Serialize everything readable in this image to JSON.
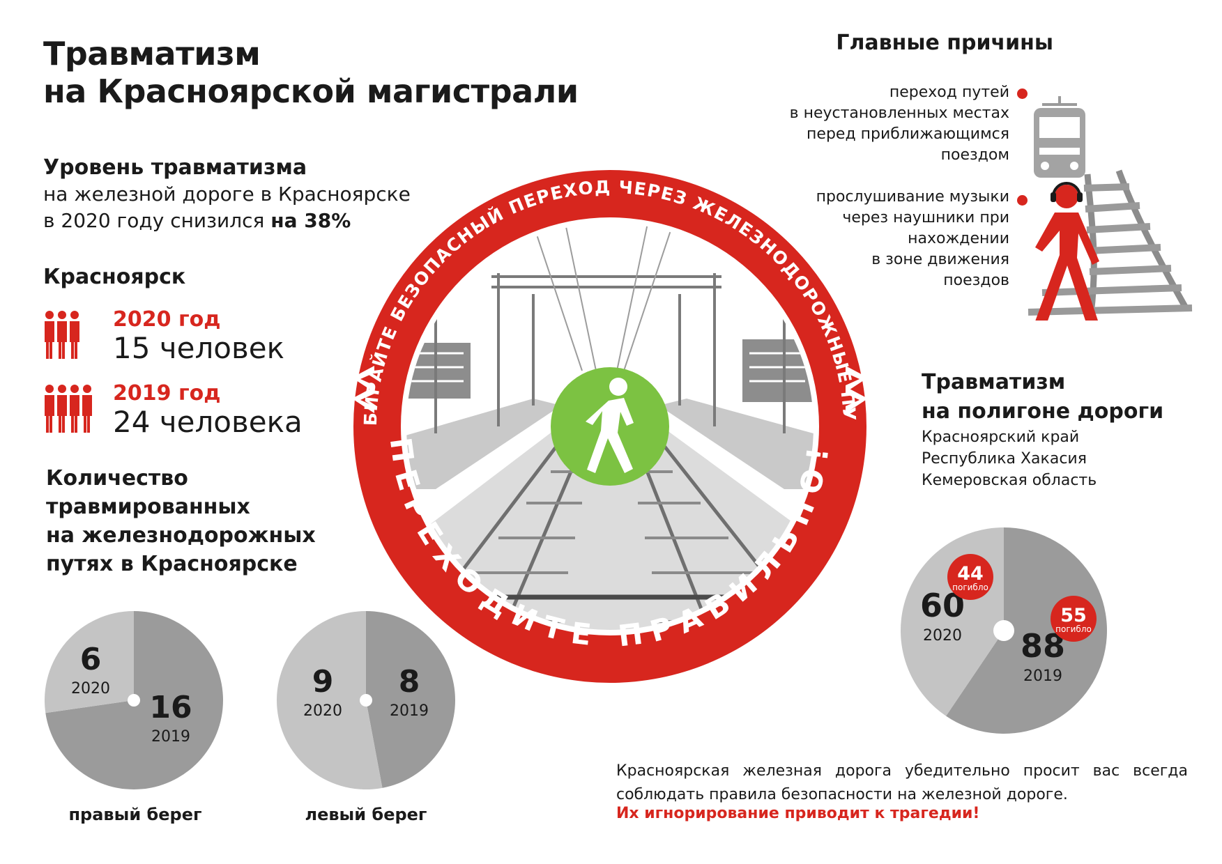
{
  "title_line1": "Травматизм",
  "title_line2": "на Красноярской магистрали",
  "level": {
    "line1": "Уровень травматизма",
    "line2": "на железной дороге в Красноярске",
    "line3_prefix": "в 2020 году снизился",
    "line3_value": "на 38%"
  },
  "city": "Красноярск",
  "years": [
    {
      "year": "2020 год",
      "count": "15 человек",
      "icon_count": 3
    },
    {
      "year": "2019 год",
      "count": "24 человека",
      "icon_count": 4
    }
  ],
  "qty_title": [
    "Количество",
    "травмированных",
    "на железнодорожных",
    "путях в Красноярске"
  ],
  "causes": {
    "title": "Главные причины",
    "items": [
      {
        "lines": [
          "переход путей",
          "в неустановленных местах",
          "перед приближающимся",
          "поездом"
        ]
      },
      {
        "lines": [
          "прослушивание музыки",
          "через наушники при",
          "нахождении",
          "в зоне движения",
          "поездов"
        ]
      }
    ]
  },
  "polygon": {
    "title_line1": "Травматизм",
    "title_line2": "на полигоне дороги",
    "regions": [
      "Красноярский край",
      "Республика Хакасия",
      "Кемеровская область"
    ]
  },
  "emblem": {
    "top_text": "ВЫБИРАЙТЕ БЕЗОПАСНЫЙ ПЕРЕХОД ЧЕРЕЗ ЖЕЛЕЗНОДОРОЖНЫЕ ПУТИ!",
    "bottom_text": "ПЕРЕХОДИТЕ ПРАВИЛЬНО!"
  },
  "appeal": {
    "text": "Красноярская железная дорога убедительно просит вас всегда соблюдать правила безопасности на железной дороге.",
    "warning": "Их игнорирование приводит к трагедии!"
  },
  "colors": {
    "red": "#d7261e",
    "pie_light": "#c4c4c4",
    "pie_dark": "#9b9b9b",
    "green": "#7cc242"
  },
  "chart_data": [
    {
      "type": "pie",
      "caption": "правый берег",
      "series": [
        {
          "name": "2020",
          "value": 6
        },
        {
          "name": "2019",
          "value": 16
        }
      ]
    },
    {
      "type": "pie",
      "caption": "левый берег",
      "series": [
        {
          "name": "2020",
          "value": 9
        },
        {
          "name": "2019",
          "value": 8
        }
      ]
    },
    {
      "type": "pie",
      "caption": "",
      "series": [
        {
          "name": "2020",
          "value": 60,
          "died": 44,
          "died_label": "погибло"
        },
        {
          "name": "2019",
          "value": 88,
          "died": 55,
          "died_label": "погибло"
        }
      ]
    }
  ]
}
